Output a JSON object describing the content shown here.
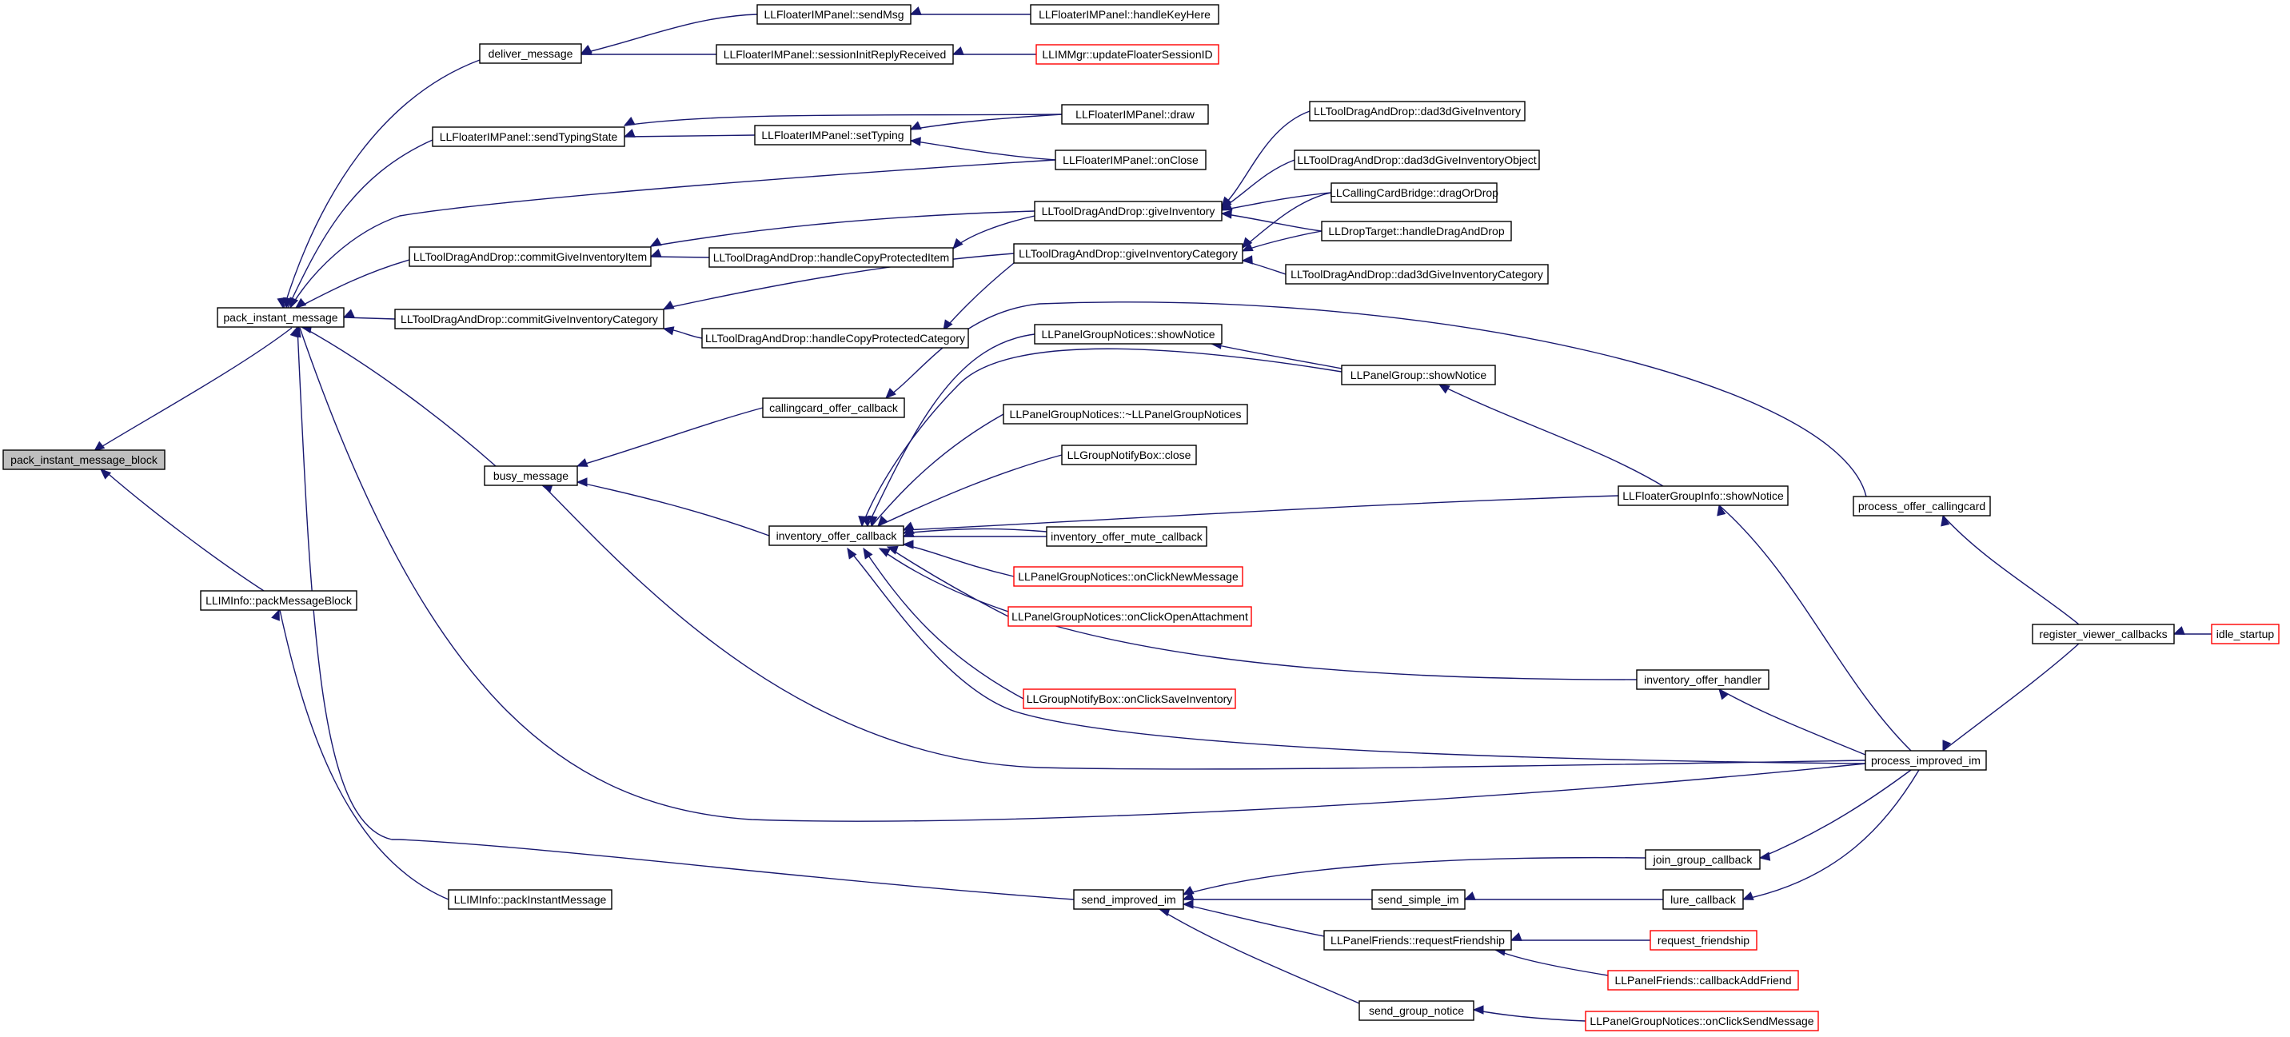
{
  "graph": {
    "colors": {
      "edge": "#191970",
      "node_border": "#000000",
      "truncated_border": "#ff0000",
      "root_fill": "#bfbfbf"
    },
    "nodes": [
      {
        "id": "n0",
        "label": "pack_instant_message_block",
        "root": true
      },
      {
        "id": "n1",
        "label": "pack_instant_message"
      },
      {
        "id": "n2",
        "label": "LLIMInfo::packMessageBlock"
      },
      {
        "id": "n3",
        "label": "deliver_message"
      },
      {
        "id": "n4",
        "label": "LLFloaterIMPanel::sendTypingState"
      },
      {
        "id": "n5",
        "label": "LLToolDragAndDrop::commitGiveInventoryItem"
      },
      {
        "id": "n6",
        "label": "LLToolDragAndDrop::commitGiveInventoryCategory"
      },
      {
        "id": "n7",
        "label": "busy_message"
      },
      {
        "id": "n8",
        "label": "LLFloaterIMPanel::sendMsg"
      },
      {
        "id": "n9",
        "label": "LLFloaterIMPanel::handleKeyHere"
      },
      {
        "id": "n10",
        "label": "LLFloaterIMPanel::sessionInitReplyReceived"
      },
      {
        "id": "n11",
        "label": "LLIMMgr::updateFloaterSessionID",
        "red": true
      },
      {
        "id": "n12",
        "label": "LLFloaterIMPanel::setTyping"
      },
      {
        "id": "n13",
        "label": "LLFloaterIMPanel::draw"
      },
      {
        "id": "n14",
        "label": "LLFloaterIMPanel::onClose"
      },
      {
        "id": "n15",
        "label": "LLToolDragAndDrop::dad3dGiveInventory"
      },
      {
        "id": "n16",
        "label": "LLToolDragAndDrop::dad3dGiveInventoryObject"
      },
      {
        "id": "n17",
        "label": "LLToolDragAndDrop::giveInventory"
      },
      {
        "id": "n18",
        "label": "LLCallingCardBridge::dragOrDrop"
      },
      {
        "id": "n19",
        "label": "LLToolDragAndDrop::handleCopyProtectedItem"
      },
      {
        "id": "n20",
        "label": "LLDropTarget::handleDragAndDrop"
      },
      {
        "id": "n21",
        "label": "LLToolDragAndDrop::giveInventoryCategory"
      },
      {
        "id": "n22",
        "label": "LLToolDragAndDrop::dad3dGiveInventoryCategory"
      },
      {
        "id": "n23",
        "label": "LLToolDragAndDrop::handleCopyProtectedCategory"
      },
      {
        "id": "n24",
        "label": "LLPanelGroupNotices::showNotice"
      },
      {
        "id": "n25",
        "label": "LLPanelGroup::showNotice"
      },
      {
        "id": "n26",
        "label": "callingcard_offer_callback"
      },
      {
        "id": "n27",
        "label": "LLPanelGroupNotices::~LLPanelGroupNotices"
      },
      {
        "id": "n28",
        "label": "LLGroupNotifyBox::close"
      },
      {
        "id": "n29",
        "label": "LLFloaterGroupInfo::showNotice"
      },
      {
        "id": "n30",
        "label": "process_offer_callingcard"
      },
      {
        "id": "n31",
        "label": "inventory_offer_callback"
      },
      {
        "id": "n32",
        "label": "inventory_offer_mute_callback"
      },
      {
        "id": "n33",
        "label": "LLPanelGroupNotices::onClickNewMessage",
        "red": true
      },
      {
        "id": "n34",
        "label": "LLPanelGroupNotices::onClickOpenAttachment",
        "red": true
      },
      {
        "id": "n35",
        "label": "register_viewer_callbacks"
      },
      {
        "id": "n36",
        "label": "idle_startup",
        "red": true
      },
      {
        "id": "n37",
        "label": "inventory_offer_handler"
      },
      {
        "id": "n38",
        "label": "LLGroupNotifyBox::onClickSaveInventory",
        "red": true
      },
      {
        "id": "n39",
        "label": "process_improved_im"
      },
      {
        "id": "n40",
        "label": "join_group_callback"
      },
      {
        "id": "n41",
        "label": "LLIMInfo::packInstantMessage"
      },
      {
        "id": "n42",
        "label": "send_improved_im"
      },
      {
        "id": "n43",
        "label": "send_simple_im"
      },
      {
        "id": "n44",
        "label": "lure_callback"
      },
      {
        "id": "n45",
        "label": "LLPanelFriends::requestFriendship"
      },
      {
        "id": "n46",
        "label": "request_friendship",
        "red": true
      },
      {
        "id": "n47",
        "label": "LLPanelFriends::callbackAddFriend",
        "red": true
      },
      {
        "id": "n48",
        "label": "send_group_notice"
      },
      {
        "id": "n49",
        "label": "LLPanelGroupNotices::onClickSendMessage",
        "red": true
      }
    ]
  }
}
